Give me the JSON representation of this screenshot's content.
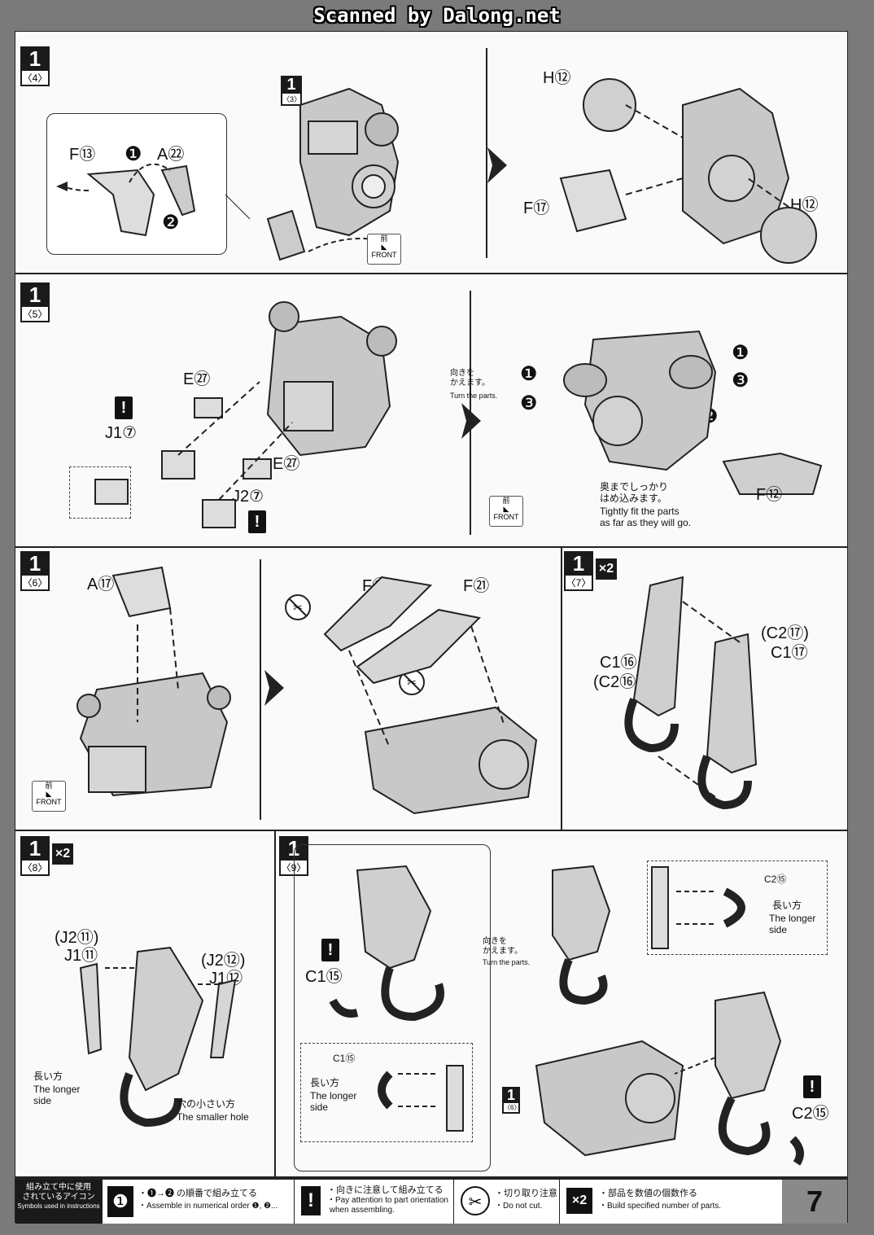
{
  "header": {
    "scan_credit": "Scanned by Dalong.net"
  },
  "steps": {
    "s4": {
      "num": "1",
      "sub": "〈4〉",
      "sub_ref": "〈3〉",
      "parts": {
        "f13": "F⑬",
        "a22": "A㉒",
        "h12a": "H⑫",
        "f17": "F⑰",
        "h12b": "H⑫"
      },
      "order1": "❶",
      "order2": "❷"
    },
    "s5": {
      "num": "1",
      "sub": "〈5〉",
      "parts": {
        "e27a": "E㉗",
        "j17": "J1⑦",
        "e27b": "E㉗",
        "j27": "J2⑦",
        "f12": "F⑫"
      },
      "turn_jp": "向きを\nかえます。",
      "turn_en": "Turn the parts.",
      "fit_jp": "奥までしっかり\nはめ込みます。",
      "fit_en": "Tightly fit the parts\nas far as they will go.",
      "o1": "❶",
      "o2": "❷",
      "o3": "❸"
    },
    "s6": {
      "num": "1",
      "sub": "〈6〉",
      "parts": {
        "a17": "A⑰",
        "f20": "F⑳",
        "f21": "F㉑"
      }
    },
    "s7": {
      "num": "1",
      "sub": "〈7〉",
      "mult": "×2",
      "parts": {
        "c16a": "C1⑯",
        "c16b": "(C2⑯)",
        "c17a": "(C2⑰)",
        "c17b": "C1⑰"
      }
    },
    "s8": {
      "num": "1",
      "sub": "〈8〉",
      "mult": "×2",
      "parts": {
        "j11a": "(J2⑪)",
        "j11b": "J1⑪",
        "j12a": "(J2⑫)",
        "j12b": "J1⑫"
      },
      "longer_jp": "長い方",
      "longer_en": "The longer\nside",
      "hole_jp": "穴の小さい方",
      "hole_en": "The smaller hole"
    },
    "s9": {
      "num": "1",
      "sub": "〈9〉",
      "sub_ref": "〈6〉",
      "parts": {
        "c15a": "C1⑮",
        "c15b": "C1⑮",
        "c215a": "C2⑮",
        "c215b": "C2⑮"
      },
      "turn_jp": "向きを\nかえます。",
      "turn_en": "Turn the parts.",
      "longer_jp": "長い方",
      "longer_en": "The longer\nside",
      "longer_en2": "The longer\nside"
    }
  },
  "front": {
    "kanji": "前",
    "label": "FRONT"
  },
  "legend": {
    "title_jp": "組み立て中に使用\nされているアイコン",
    "title_en": "Symbols used in instructions",
    "items": [
      {
        "icon": "❶",
        "jp": "・❶→❷ の順番で組み立てる",
        "en": "・Assemble in numerical order ❶, ❷..."
      },
      {
        "icon": "!",
        "jp": "・向きに注意して組み立てる",
        "en": "・Pay attention to part orientation\n when assembling."
      },
      {
        "icon": "✂",
        "jp": "・切り取り注意",
        "en": "・Do not cut."
      },
      {
        "icon": "×2",
        "jp": "・部品を数値の個数作る",
        "en": "・Build specified number of parts."
      }
    ],
    "page_number": "7"
  },
  "colors": {
    "ink": "#111111",
    "part_fill": "#bdbdbd",
    "paper": "#fafafa",
    "scan_bg": "#7a7a7a"
  }
}
